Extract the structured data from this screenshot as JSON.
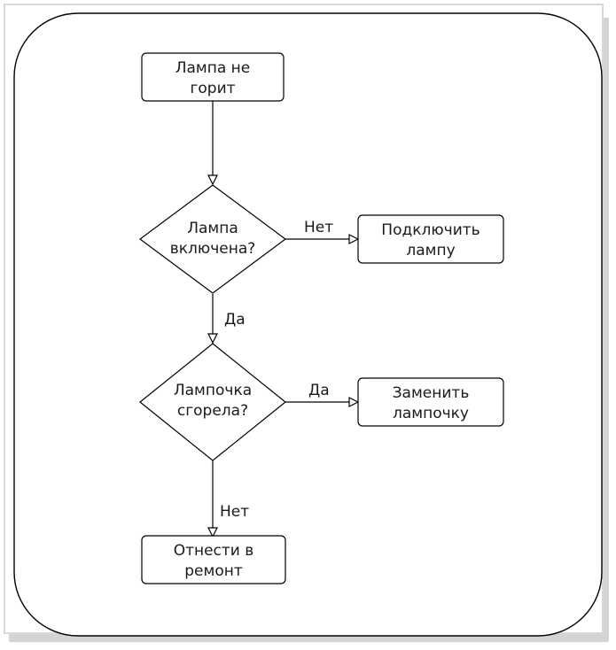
{
  "colors": {
    "stroke": "#000000",
    "text": "#1a1a1a",
    "background": "#ffffff",
    "frame_shadow": "#d4d4d4"
  },
  "nodes": {
    "start": {
      "line1": "Лампа не",
      "line2": "горит"
    },
    "decision_on": {
      "line1": "Лампа",
      "line2": "включена?"
    },
    "action_connect": {
      "line1": "Подключить",
      "line2": "лампу"
    },
    "decision_burnt": {
      "line1": "Лампочка",
      "line2": "сгорела?"
    },
    "action_replace": {
      "line1": "Заменить",
      "line2": "лампочку"
    },
    "end_repair": {
      "line1": "Отнести в",
      "line2": "ремонт"
    }
  },
  "edges": {
    "on_no": "Нет",
    "on_yes": "Да",
    "burnt_yes": "Да",
    "burnt_no": "Нет"
  }
}
